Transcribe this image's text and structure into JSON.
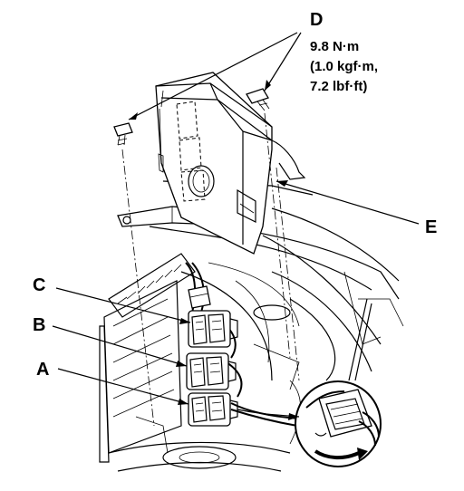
{
  "callouts": {
    "a": "A",
    "b": "B",
    "c": "C",
    "d": "D",
    "e": "E"
  },
  "torque": {
    "line1": "9.8 N·m",
    "line2": "(1.0 kgf·m,",
    "line3": "7.2 lbf·ft)"
  }
}
